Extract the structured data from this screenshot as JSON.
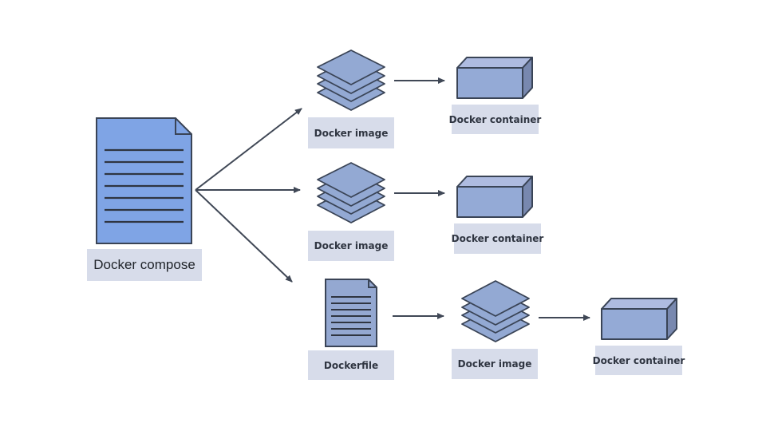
{
  "colors": {
    "compose_fill": "#7fa4e5",
    "dockerfile_fill": "#94a8d1",
    "layer_fill": "#93a9d3",
    "container_front": "#94aad6",
    "container_top": "#aebbe0",
    "container_side": "#7888af",
    "stroke": "#3a4456",
    "arrow": "#404856",
    "label_bg": "#d7dcea"
  },
  "compose": {
    "label": "Docker compose",
    "icon": "document-icon"
  },
  "branches": [
    {
      "image_label": "Docker image",
      "container_label": "Docker container"
    },
    {
      "image_label": "Docker image",
      "container_label": "Docker container"
    },
    {
      "dockerfile_label": "Dockerfile",
      "image_label": "Docker image",
      "container_label": "Docker container"
    }
  ]
}
